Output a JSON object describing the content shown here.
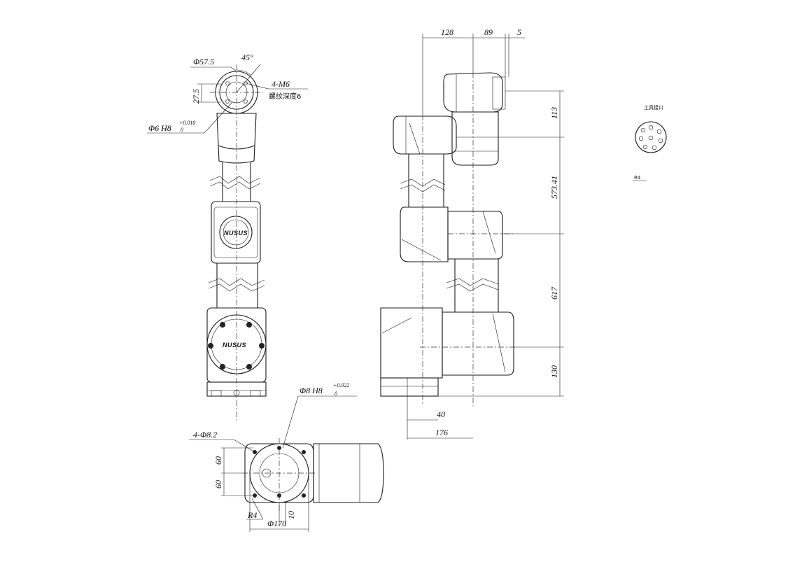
{
  "front_view": {
    "dims": {
      "d57_5": "Φ57.5",
      "angle45": "45°",
      "d27_5": "27.5",
      "m6": "4-M6",
      "thread_depth": "螺纹深度6",
      "d6h8": "Φ6 H8",
      "d6_tol_upper": "+0.018",
      "d6_tol_lower": "0"
    },
    "logo_text": "NUSUS"
  },
  "side_view": {
    "dims": {
      "d128": "128",
      "d89": "89",
      "d5": "5",
      "d113": "113",
      "d573": "573.41",
      "d617": "617",
      "d130": "130",
      "d40": "40",
      "d176": "176"
    }
  },
  "base_view": {
    "dims": {
      "d8h8": "Φ8 H8",
      "d8_tol_upper": "+0.022",
      "d8_tol_lower": "0",
      "holes": "4-Φ8.2",
      "d60a": "60",
      "d60b": "60",
      "r4": "R4",
      "d10": "10",
      "d170": "Φ170"
    }
  },
  "connector": {
    "title": "工具接口",
    "r4": "R4"
  }
}
